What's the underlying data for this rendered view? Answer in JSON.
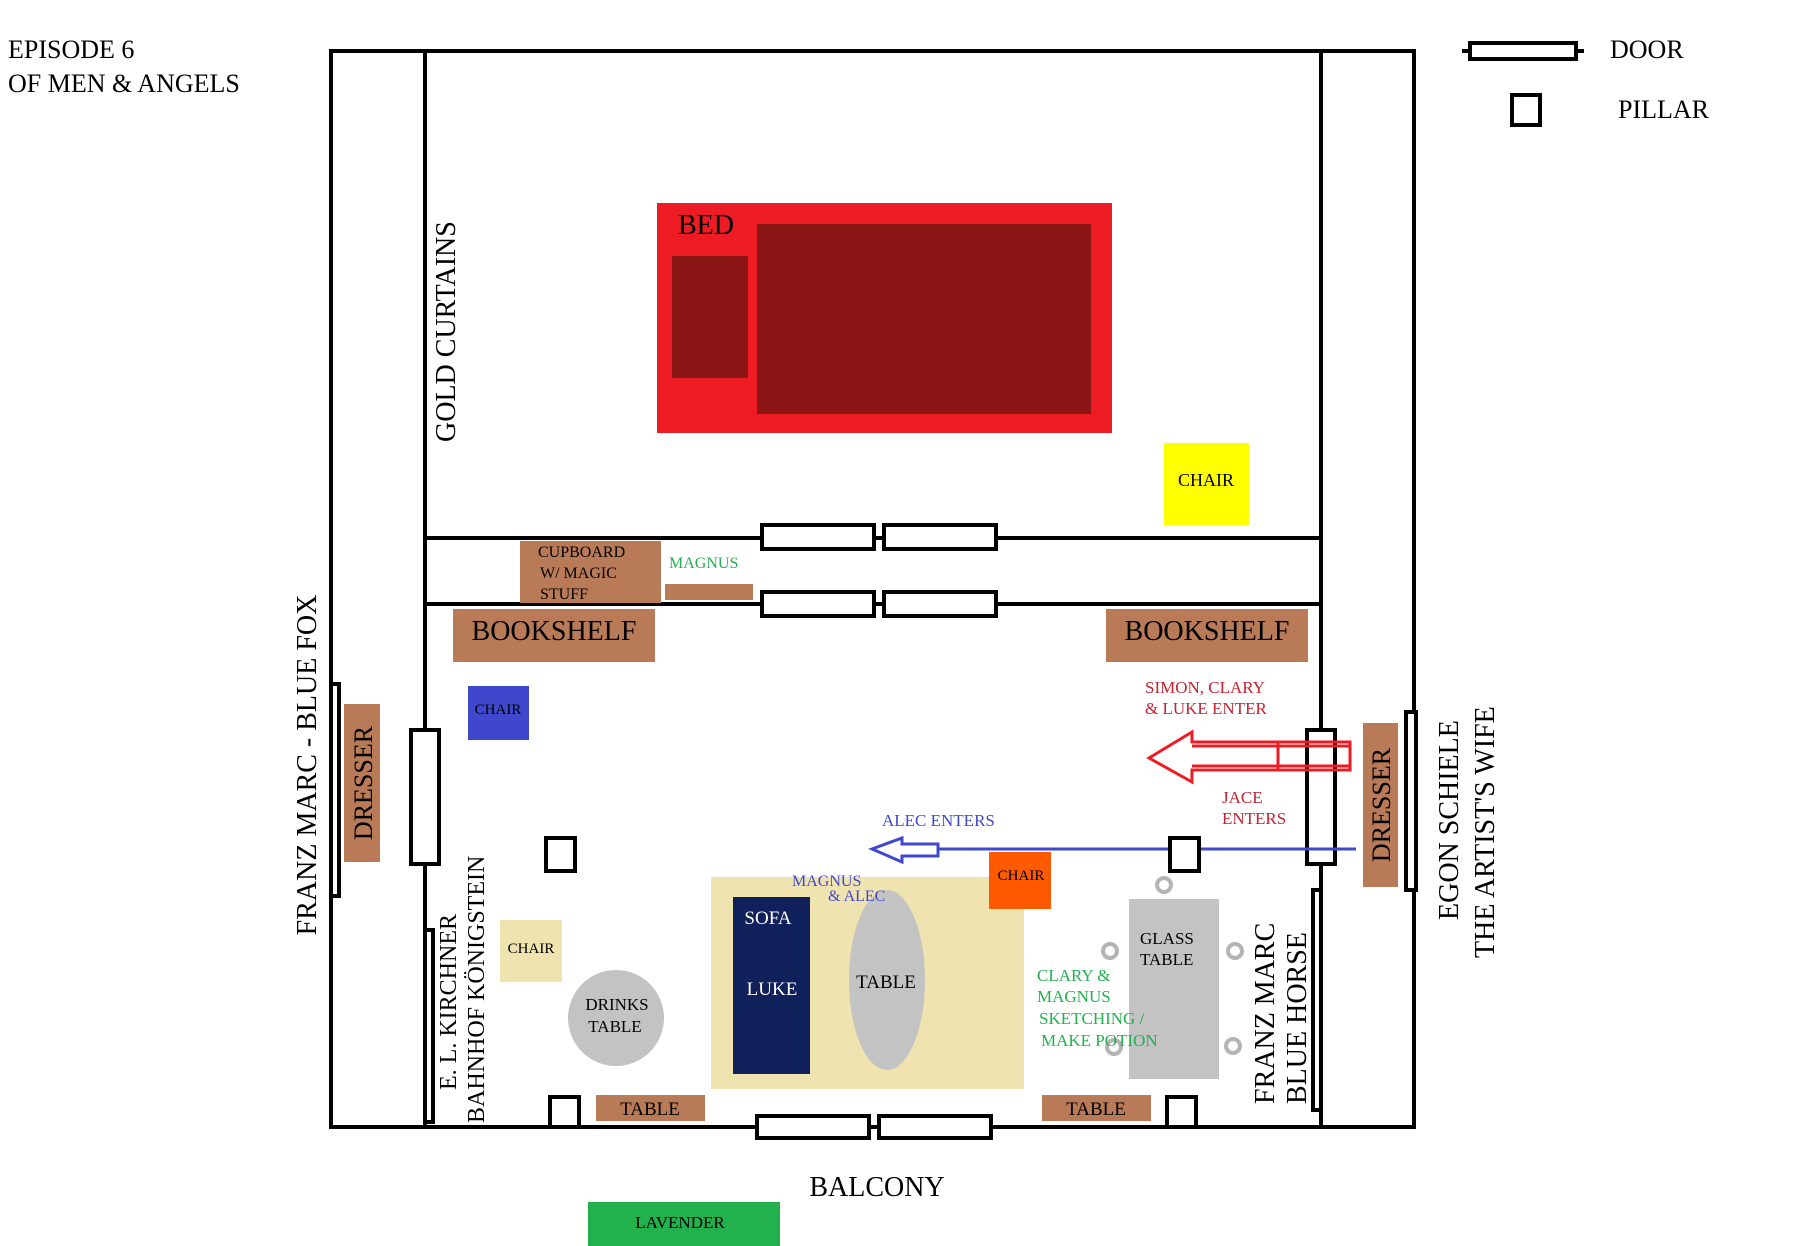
{
  "title": {
    "line1": "EPISODE 6",
    "line2": "OF MEN & ANGELS"
  },
  "legend": {
    "door": "DOOR",
    "pillar": "PILLAR"
  },
  "labels": {
    "bed": "BED",
    "gold_curtains": "GOLD CURTAINS",
    "chair_yellow": "CHAIR",
    "cupboard_1": "CUPBOARD",
    "cupboard_2": "W/ MAGIC",
    "cupboard_3": "STUFF",
    "magnus_top": "MAGNUS",
    "bookshelf_left": "BOOKSHELF",
    "bookshelf_right": "BOOKSHELF",
    "chair_blue": "CHAIR",
    "entry_red_1": "SIMON, CLARY",
    "entry_red_2": "& LUKE ENTER",
    "jace_1": "JACE",
    "jace_2": "ENTERS",
    "alec_enters": "ALEC ENTERS",
    "chair_orange": "CHAIR",
    "magnus_alec_1": "MAGNUS",
    "magnus_alec_2": "& ALEC",
    "sofa": "SOFA",
    "luke": "LUKE",
    "table_oval": "TABLE",
    "glass_table_1": "GLASS",
    "glass_table_2": "TABLE",
    "clary_magnus_1": "CLARY  &",
    "clary_magnus_2": "MAGNUS",
    "sketching_1": "SKETCHING /",
    "sketching_2": "MAKE POTION",
    "chair_beige": "CHAIR",
    "drinks_1": "DRINKS",
    "drinks_2": "TABLE",
    "table_bottom_left": "TABLE",
    "table_bottom_right": "TABLE",
    "dresser_left": "DRESSER",
    "dresser_right": "DRESSER",
    "balcony": "BALCONY",
    "lavender": "LAVENDER",
    "wall_left": "FRANZ MARC - BLUE FOX",
    "kirchner_1": "E. L. KIRCHNER",
    "kirchner_2": "BAHNHOF KÖNIGSTEIN",
    "franz_right_1": "FRANZ MARC",
    "franz_right_2": "BLUE HORSE",
    "egon_1": "EGON SCHIELE",
    "egon_2": "THE ARTIST'S WIFE"
  },
  "colors": {
    "wall": "#000000",
    "bed_frame": "#ed1c24",
    "bed_inner": "#8b1414",
    "wood": "#b97a57",
    "chair_yellow": "#ffff00",
    "chair_blue": "#3f48cc",
    "chair_orange": "#ff5a00",
    "rug": "#efe4b0",
    "sofa": "#10205a",
    "grey": "#c3c3c3",
    "red_text": "#c42330",
    "blue_text": "#3f48cc",
    "green_text": "#22b14c",
    "lavender": "#22b14c"
  }
}
